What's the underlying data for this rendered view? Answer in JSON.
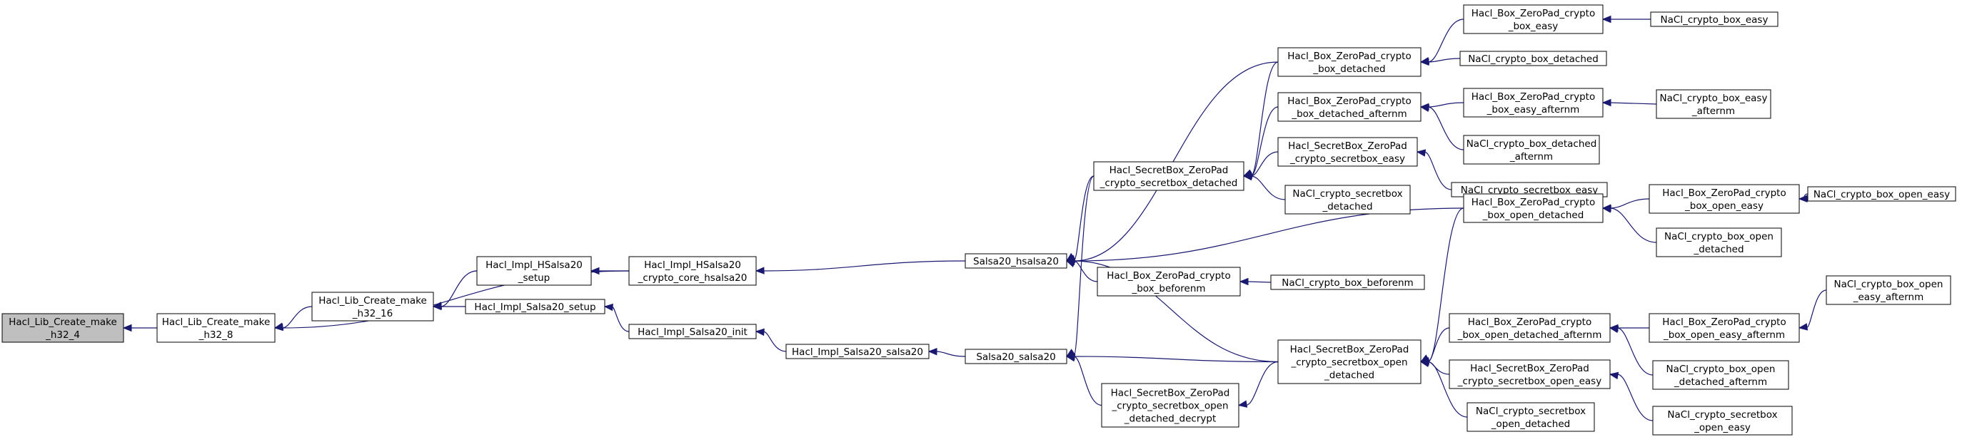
{
  "colors": {
    "node_fill": "#ffffff",
    "node_fill_selected": "#bfbfbf",
    "node_border": "#000000",
    "edge": "#191970"
  },
  "nodes": [
    {
      "id": "n1",
      "lines": [
        "Hacl_Lib_Create_make",
        "_h32_4"
      ],
      "selected": true
    },
    {
      "id": "n2",
      "lines": [
        "Hacl_Lib_Create_make",
        "_h32_8"
      ]
    },
    {
      "id": "n3",
      "lines": [
        "Hacl_Lib_Create_make",
        "_h32_16"
      ]
    },
    {
      "id": "n4",
      "lines": [
        "Hacl_Impl_HSalsa20",
        "_setup"
      ]
    },
    {
      "id": "n5",
      "lines": [
        "Hacl_Impl_Salsa20_setup"
      ]
    },
    {
      "id": "n6",
      "lines": [
        "Hacl_Impl_HSalsa20",
        "_crypto_core_hsalsa20"
      ]
    },
    {
      "id": "n7",
      "lines": [
        "Hacl_Impl_Salsa20_init"
      ]
    },
    {
      "id": "n8",
      "lines": [
        "Hacl_Impl_Salsa20_salsa20"
      ]
    },
    {
      "id": "n9",
      "lines": [
        "Salsa20_hsalsa20"
      ]
    },
    {
      "id": "n10",
      "lines": [
        "Salsa20_salsa20"
      ]
    },
    {
      "id": "n11",
      "lines": [
        "Hacl_SecretBox_ZeroPad",
        "_crypto_secretbox_detached"
      ]
    },
    {
      "id": "n12",
      "lines": [
        "Hacl_Box_ZeroPad_crypto",
        "_box_beforenm"
      ]
    },
    {
      "id": "n13",
      "lines": [
        "Hacl_SecretBox_ZeroPad",
        "_crypto_secretbox_open",
        "_detached_decrypt"
      ]
    },
    {
      "id": "n14",
      "lines": [
        "Hacl_Box_ZeroPad_crypto",
        "_box_detached"
      ]
    },
    {
      "id": "n15",
      "lines": [
        "Hacl_Box_ZeroPad_crypto",
        "_box_detached_afternm"
      ]
    },
    {
      "id": "n16",
      "lines": [
        "Hacl_SecretBox_ZeroPad",
        "_crypto_secretbox_easy"
      ]
    },
    {
      "id": "n17",
      "lines": [
        "NaCl_crypto_secretbox",
        "_detached"
      ]
    },
    {
      "id": "n18",
      "lines": [
        "NaCl_crypto_box_beforenm"
      ]
    },
    {
      "id": "n19",
      "lines": [
        "Hacl_SecretBox_ZeroPad",
        "_crypto_secretbox_open",
        "_detached"
      ]
    },
    {
      "id": "n20",
      "lines": [
        "Hacl_Box_ZeroPad_crypto",
        "_box_easy"
      ]
    },
    {
      "id": "n21",
      "lines": [
        "NaCl_crypto_box_detached"
      ]
    },
    {
      "id": "n22",
      "lines": [
        "Hacl_Box_ZeroPad_crypto",
        "_box_easy_afternm"
      ]
    },
    {
      "id": "n23",
      "lines": [
        "NaCl_crypto_box_detached",
        "_afternm"
      ]
    },
    {
      "id": "n24",
      "lines": [
        "NaCl_crypto_secretbox_easy"
      ]
    },
    {
      "id": "n25",
      "lines": [
        "Hacl_Box_ZeroPad_crypto",
        "_box_open_detached"
      ]
    },
    {
      "id": "n26",
      "lines": [
        "Hacl_Box_ZeroPad_crypto",
        "_box_open_detached_afternm"
      ]
    },
    {
      "id": "n27",
      "lines": [
        "Hacl_SecretBox_ZeroPad",
        "_crypto_secretbox_open_easy"
      ]
    },
    {
      "id": "n28",
      "lines": [
        "NaCl_crypto_secretbox",
        "_open_detached"
      ]
    },
    {
      "id": "n29",
      "lines": [
        "NaCl_crypto_box_easy"
      ]
    },
    {
      "id": "n30",
      "lines": [
        "NaCl_crypto_box_easy",
        "_afternm"
      ]
    },
    {
      "id": "n31",
      "lines": [
        "Hacl_Box_ZeroPad_crypto",
        "_box_open_easy"
      ]
    },
    {
      "id": "n32",
      "lines": [
        "NaCl_crypto_box_open",
        "_detached"
      ]
    },
    {
      "id": "n33",
      "lines": [
        "Hacl_Box_ZeroPad_crypto",
        "_box_open_easy_afternm"
      ]
    },
    {
      "id": "n34",
      "lines": [
        "NaCl_crypto_box_open",
        "_detached_afternm"
      ]
    },
    {
      "id": "n35",
      "lines": [
        "NaCl_crypto_secretbox",
        "_open_easy"
      ]
    },
    {
      "id": "n36",
      "lines": [
        "NaCl_crypto_box_open_easy"
      ]
    },
    {
      "id": "n37",
      "lines": [
        "NaCl_crypto_box_open",
        "_easy_afternm"
      ]
    }
  ],
  "edges": [
    {
      "from": "n2",
      "to": "n1"
    },
    {
      "from": "n3",
      "to": "n2"
    },
    {
      "from": "n6",
      "to": "n2"
    },
    {
      "from": "n4",
      "to": "n3"
    },
    {
      "from": "n5",
      "to": "n3"
    },
    {
      "from": "n6",
      "to": "n4"
    },
    {
      "from": "n7",
      "to": "n5"
    },
    {
      "from": "n9",
      "to": "n6"
    },
    {
      "from": "n8",
      "to": "n7"
    },
    {
      "from": "n10",
      "to": "n8"
    },
    {
      "from": "n11",
      "to": "n9"
    },
    {
      "from": "n12",
      "to": "n9"
    },
    {
      "from": "n14",
      "to": "n9"
    },
    {
      "from": "n19",
      "to": "n9"
    },
    {
      "from": "n25",
      "to": "n9"
    },
    {
      "from": "n11",
      "to": "n10"
    },
    {
      "from": "n13",
      "to": "n10"
    },
    {
      "from": "n19",
      "to": "n10"
    },
    {
      "from": "n14",
      "to": "n11"
    },
    {
      "from": "n15",
      "to": "n11"
    },
    {
      "from": "n16",
      "to": "n11"
    },
    {
      "from": "n17",
      "to": "n11"
    },
    {
      "from": "n18",
      "to": "n12"
    },
    {
      "from": "n19",
      "to": "n13"
    },
    {
      "from": "n20",
      "to": "n14"
    },
    {
      "from": "n21",
      "to": "n14"
    },
    {
      "from": "n22",
      "to": "n15"
    },
    {
      "from": "n23",
      "to": "n15"
    },
    {
      "from": "n24",
      "to": "n16"
    },
    {
      "from": "n25",
      "to": "n19"
    },
    {
      "from": "n26",
      "to": "n19"
    },
    {
      "from": "n27",
      "to": "n19"
    },
    {
      "from": "n28",
      "to": "n19"
    },
    {
      "from": "n29",
      "to": "n20"
    },
    {
      "from": "n30",
      "to": "n22"
    },
    {
      "from": "n31",
      "to": "n25"
    },
    {
      "from": "n32",
      "to": "n25"
    },
    {
      "from": "n33",
      "to": "n26"
    },
    {
      "from": "n34",
      "to": "n26"
    },
    {
      "from": "n35",
      "to": "n27"
    },
    {
      "from": "n36",
      "to": "n31"
    },
    {
      "from": "n37",
      "to": "n33"
    }
  ]
}
